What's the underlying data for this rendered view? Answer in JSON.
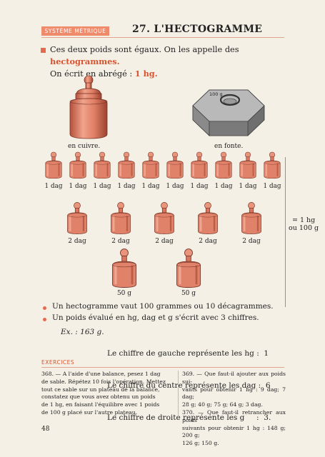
{
  "header": {
    "section": "SYSTÈME MÉTRIQUE",
    "title": "27. L'HECTOGRAMME"
  },
  "intro": {
    "line1_text": "Ces deux poids sont égaux. On les appelle des ",
    "line1_highlight": "hectogrammes.",
    "line2_text": "On écrit en abrégé : ",
    "line2_highlight": "1 hg."
  },
  "figures": {
    "copper_caption": "en cuivre.",
    "iron_caption": "en fonte.",
    "iron_label": "100 g",
    "row1_labels": [
      "1 dag",
      "1 dag",
      "1 dag",
      "1 dag",
      "1 dag",
      "1 dag",
      "1 dag",
      "1 dag",
      "1 dag",
      "1 dag"
    ],
    "row2_labels": [
      "2 dag",
      "2 dag",
      "2 dag",
      "2 dag",
      "2 dag"
    ],
    "row3_labels": [
      "50 g",
      "50 g"
    ],
    "equals_line1": "= 1 hg",
    "equals_line2": "ou 100 g"
  },
  "statements": [
    "Un hectogramme vaut 100 grammes ou 10 décagrammes.",
    "Un poids évalué en hg, dag et g s'écrit avec 3 chiffres."
  ],
  "example": {
    "prefix": "Ex. : 163 g.",
    "lines": [
      "Le chiffre de gauche représente les hg :  1",
      "Le chiffre du centre représente les dag :  6",
      "Le chiffre de droite représente les g     :  3."
    ]
  },
  "exercises": {
    "heading": "EXERCICES",
    "left": [
      "368. — A l'aide d'une balance, pesez 1 dag",
      "de sable. Répétez 10 fois l'opération. Mettez",
      "tout ce sable sur un plateau de la balance,",
      "constatez que vous avez obtenu un poids",
      "de 1 hg, en faisant l'équilibre avec 1 poids",
      "de 100 g placé sur l'autre plateau."
    ],
    "right": [
      "369. — Que faut-il ajouter aux poids sui-",
      "vants pour obtenir 1 hg : 9 dag; 7 dag;",
      "28 g; 40 g; 75 g; 64 g; 3 dag.",
      "370. — Que faut-il retrancher aux poids",
      "suivants pour obtenir 1 hg : 148 g; 200 g;",
      "126 g; 150 g."
    ]
  },
  "page_number": "48",
  "colors": {
    "accent": "#e56a4d",
    "copper": "#e0826a",
    "iron": "#8a8a8a"
  }
}
